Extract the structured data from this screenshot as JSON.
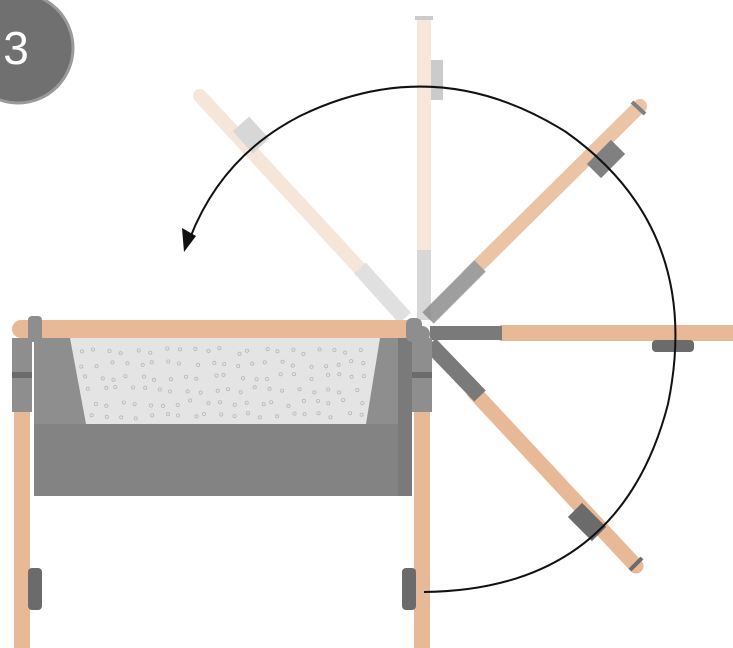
{
  "step": {
    "number": "3"
  },
  "colors": {
    "wood": "#e8b996",
    "wood_light": "#f2dccb",
    "fabric": "#8e8e8e",
    "fabric_dark": "#7a7a7a",
    "fabric_light": "#a8a8a8",
    "mesh": "#e4e4e4",
    "connector": "#6b6b6b",
    "badge": "#707070",
    "arrow": "#111111"
  },
  "icons": {
    "rotation_arrow": "curved-arrow-counterclockwise",
    "bassinet": "bassinet-side-view"
  }
}
